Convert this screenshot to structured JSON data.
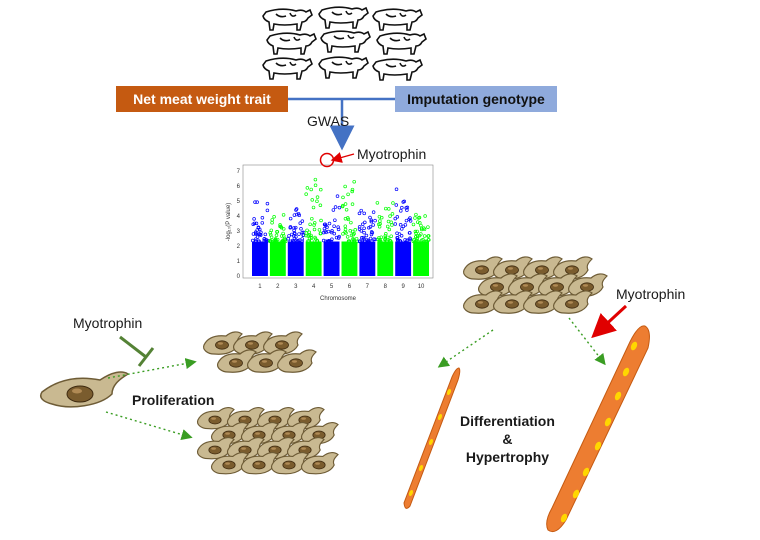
{
  "labels": {
    "trait": "Net meat weight trait",
    "genotype": "Imputation genotype",
    "gwas": "GWAS",
    "gene_top": "Myotrophin",
    "gene_left": "Myotrophin",
    "gene_right": "Myotrophin",
    "proliferation": "Proliferation",
    "diff_line1": "Differentiation",
    "diff_line2": "&",
    "diff_line3": "Hypertrophy"
  },
  "colors": {
    "trait_box": "#c55a11",
    "genotype_box": "#8faadc",
    "arrow_blue": "#4472c4",
    "manhattan_odd": "#0000ff",
    "manhattan_even": "#00ff00",
    "inhibit": "#548235",
    "arrow_red": "#e00000",
    "cell_fill": "#c9b991",
    "nucleus": "#7a5c2e",
    "myotube": "#ed7d31",
    "myotube_nuclei": "#ffd700",
    "dotted_arrow": "#3a9d23"
  },
  "manhattan": {
    "x_axis_label": "Chromosome",
    "y_axis_label": "-log₁₀(P value)",
    "chromosomes": [
      "1",
      "2",
      "3",
      "4",
      "5",
      "6",
      "7",
      "8",
      "9",
      "10"
    ],
    "y_ticks": [
      "0",
      "1",
      "2",
      "3",
      "4",
      "5",
      "6",
      "7"
    ],
    "peak_levels": [
      5.2,
      4.4,
      4.6,
      6.8,
      5.6,
      6.6,
      4.4,
      5.0,
      6.0,
      4.2
    ]
  }
}
